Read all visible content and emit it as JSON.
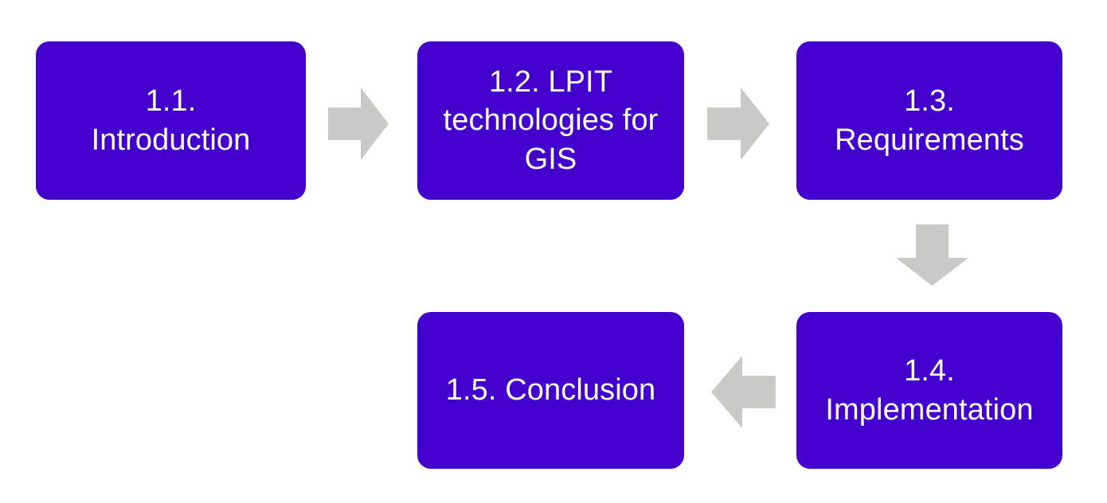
{
  "diagram": {
    "type": "flowchart",
    "title": "",
    "background_color": "#ffffff",
    "node_color": "#4400cc",
    "node_text_color": "#ffffff",
    "arrow_color": "#c9cac5",
    "nodes": [
      {
        "id": "intro",
        "label": "1.1.\nIntroduction"
      },
      {
        "id": "lpit",
        "label": "1.2. LPIT\ntechnologies for\nGIS"
      },
      {
        "id": "requirements",
        "label": "1.3.\nRequirements"
      },
      {
        "id": "implementation",
        "label": "1.4.\nImplementation"
      },
      {
        "id": "conclusion",
        "label": "1.5. Conclusion"
      }
    ],
    "arrows": [
      {
        "id": "intro-to-lpit",
        "direction": "right",
        "icon": "arrow-right-icon"
      },
      {
        "id": "lpit-to-requirements",
        "direction": "right",
        "icon": "arrow-right-icon"
      },
      {
        "id": "requirements-to-implementation",
        "direction": "down",
        "icon": "arrow-down-icon"
      },
      {
        "id": "implementation-to-conclusion",
        "direction": "left",
        "icon": "arrow-left-icon"
      }
    ]
  }
}
